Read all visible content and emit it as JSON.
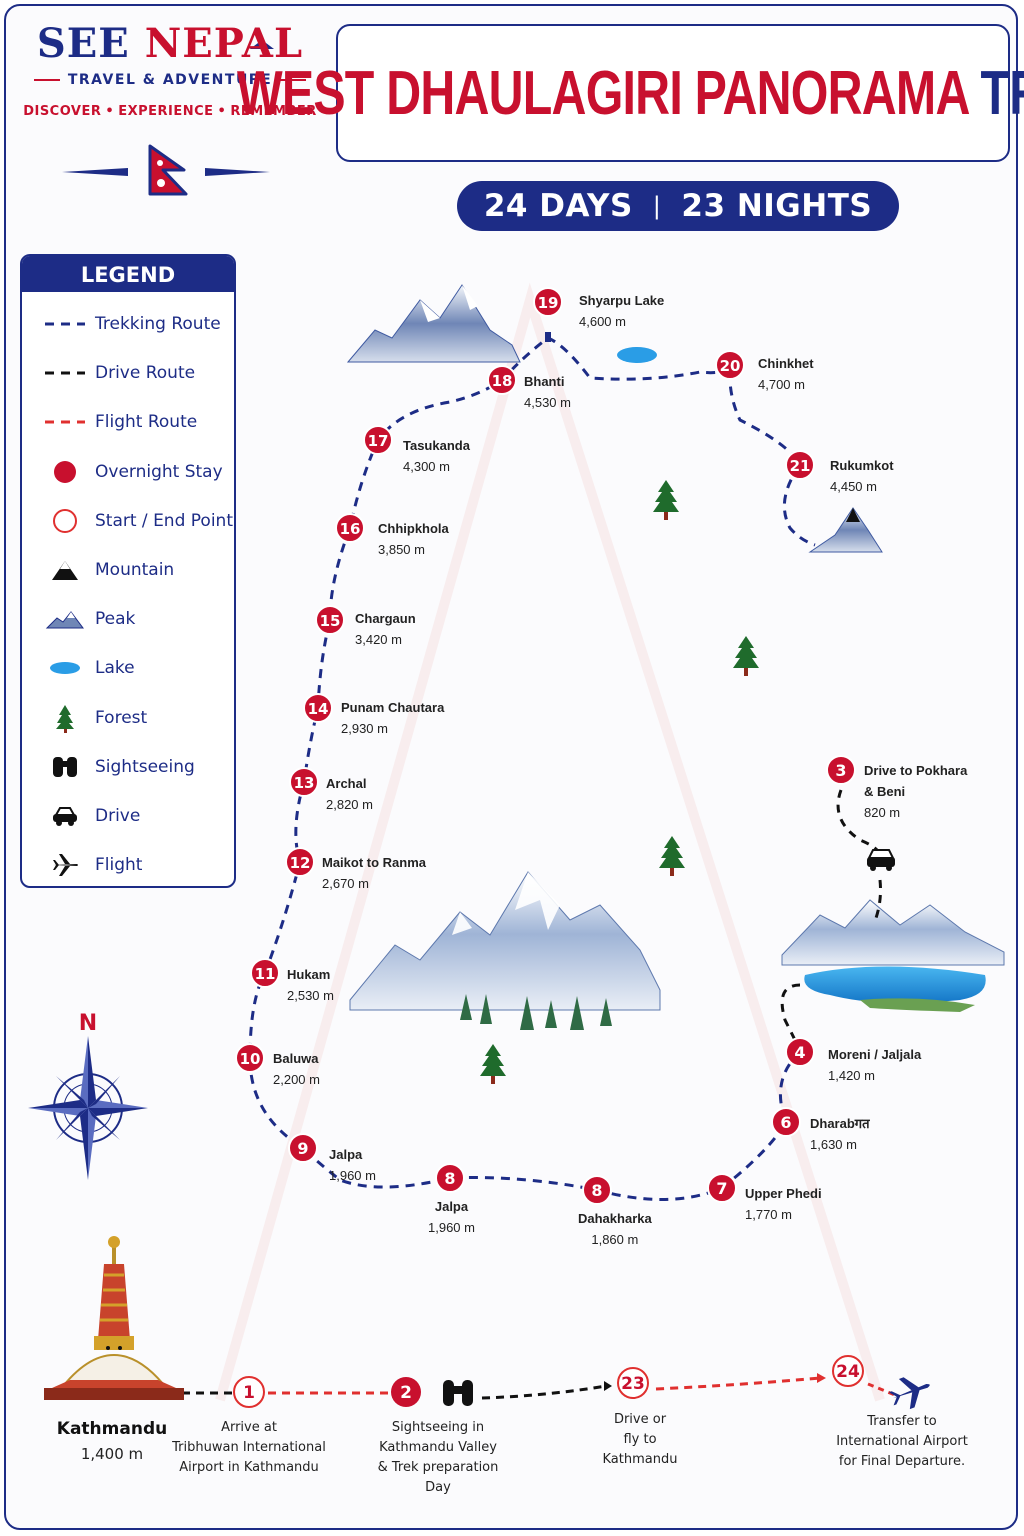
{
  "brand": {
    "name_part1": "SEE",
    "name_part2": "NEPAL",
    "subtitle": "TRAVEL & ADVENTURE",
    "tagline": [
      "DISCOVER",
      "EXPERIENCE",
      "REMEMBER"
    ]
  },
  "title": {
    "main": "WEST DHAULAGIRI PANORAMA",
    "accent": "TREK"
  },
  "duration": {
    "days": "24 DAYS",
    "nights": "23 NIGHTS"
  },
  "legend": {
    "heading": "LEGEND",
    "items": [
      {
        "label": "Trekking Route",
        "symbol": "dash-blue"
      },
      {
        "label": "Drive Route",
        "symbol": "dash-black"
      },
      {
        "label": "Flight Route",
        "symbol": "dash-red"
      },
      {
        "label": "Overnight Stay",
        "symbol": "dot-red"
      },
      {
        "label": "Start / End Point",
        "symbol": "ring-red"
      },
      {
        "label": "Mountain",
        "symbol": "mountain-icon"
      },
      {
        "label": "Peak",
        "symbol": "peak-icon"
      },
      {
        "label": "Lake",
        "symbol": "lake-icon"
      },
      {
        "label": "Forest",
        "symbol": "tree-icon"
      },
      {
        "label": "Sightseeing",
        "symbol": "binoculars-icon"
      },
      {
        "label": "Drive",
        "symbol": "car-icon"
      },
      {
        "label": "Flight",
        "symbol": "plane-icon"
      }
    ]
  },
  "compass": {
    "north": "N"
  },
  "colors": {
    "navy": "#1d2c86",
    "red": "#c8102e",
    "route_blue": "#1d2c86",
    "route_black": "#111111",
    "route_red": "#e0302f",
    "lake": "#2a9de6",
    "tree": "#1f6b2c"
  },
  "start": {
    "name": "Kathmandu",
    "elevation": "1,400 m"
  },
  "stops": [
    {
      "id": "s3",
      "day": "3",
      "name": "Drive to Pokhara",
      "name2": "& Beni",
      "elevation": "820 m"
    },
    {
      "id": "s4",
      "day": "4",
      "name": "Moreni / Jaljala",
      "elevation": "1,420 m"
    },
    {
      "id": "s6",
      "day": "6",
      "name": "Dharabगत",
      "elevation": "1,630 m"
    },
    {
      "id": "s7",
      "day": "7",
      "name": "Upper Phedi",
      "elevation": "1,770 m"
    },
    {
      "id": "s8b",
      "day": "8",
      "name": "Dahakharka",
      "elevation": "1,860 m"
    },
    {
      "id": "s8a",
      "day": "8",
      "name": "Jalpa",
      "elevation": "1,960 m"
    },
    {
      "id": "s9",
      "day": "9",
      "name": "Jalpa",
      "elevation": "1,960 m"
    },
    {
      "id": "s10",
      "day": "10",
      "name": "Baluwa",
      "elevation": "2,200 m"
    },
    {
      "id": "s11",
      "day": "11",
      "name": "Hukam",
      "elevation": "2,530 m"
    },
    {
      "id": "s12",
      "day": "12",
      "name": "Maikot to Ranma",
      "elevation": "2,670 m"
    },
    {
      "id": "s13",
      "day": "13",
      "name": "Archal",
      "elevation": "2,820 m"
    },
    {
      "id": "s14",
      "day": "14",
      "name": "Punam Chautara",
      "elevation": "2,930 m"
    },
    {
      "id": "s15",
      "day": "15",
      "name": "Chargaun",
      "elevation": "3,420 m"
    },
    {
      "id": "s16",
      "day": "16",
      "name": "Chhipkhola",
      "elevation": "3,850 m"
    },
    {
      "id": "s17",
      "day": "17",
      "name": "Tasukanda",
      "elevation": "4,300 m"
    },
    {
      "id": "s18",
      "day": "18",
      "name": "Bhanti",
      "elevation": "4,530 m"
    },
    {
      "id": "s19",
      "day": "19",
      "name": "Shyarpu Lake",
      "elevation": "4,600 m"
    },
    {
      "id": "s20",
      "day": "20",
      "name": "Chinkhet",
      "elevation": "4,700 m"
    },
    {
      "id": "s21",
      "day": "21",
      "name": "Rukumkot",
      "elevation": "4,450 m"
    }
  ],
  "bottom": [
    {
      "id": "b1",
      "day": "1",
      "lines": [
        "Arrive at",
        "Tribhuwan International",
        "Airport in Kathmandu"
      ]
    },
    {
      "id": "b2",
      "day": "2",
      "lines": [
        "Sightseeing in",
        "Kathmandu Valley",
        "& Trek preparation",
        "Day"
      ]
    },
    {
      "id": "b23",
      "day": "23",
      "lines": [
        "Drive or",
        "fly to",
        "Kathmandu"
      ]
    },
    {
      "id": "b24",
      "day": "24",
      "lines": [
        "Transfer to",
        "International Airport",
        "for Final Departure."
      ]
    }
  ]
}
